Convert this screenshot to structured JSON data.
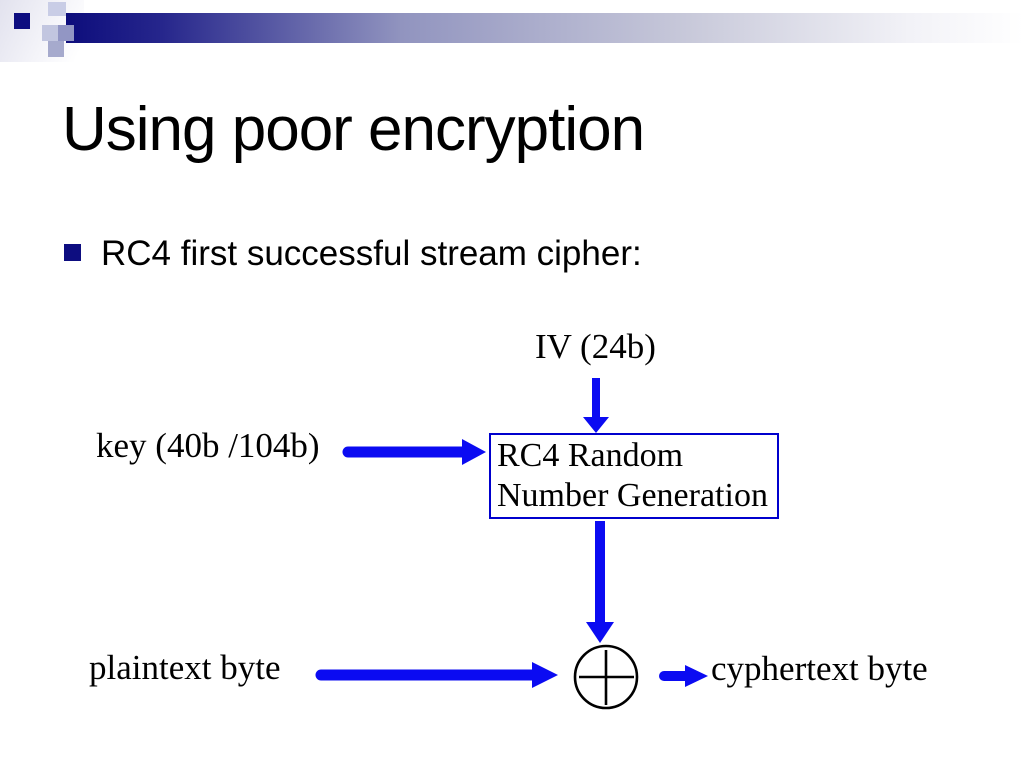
{
  "slide": {
    "title": "Using poor encryption",
    "bullet_text": "RC4 first successful stream cipher:"
  },
  "diagram": {
    "iv_label": "IV (24b)",
    "key_label": "key (40b /104b)",
    "box_line1": "RC4 Random",
    "box_line2": "Number Generation",
    "plaintext_label": "plaintext byte",
    "cyphertext_label": "cyphertext byte"
  },
  "colors": {
    "arrow_blue": "#0b0bf2",
    "box_border_blue": "#0000cd",
    "bullet_navy": "#0d0d80",
    "bar_navy": "#0d0d7c",
    "diagram_ink": "#000000"
  }
}
